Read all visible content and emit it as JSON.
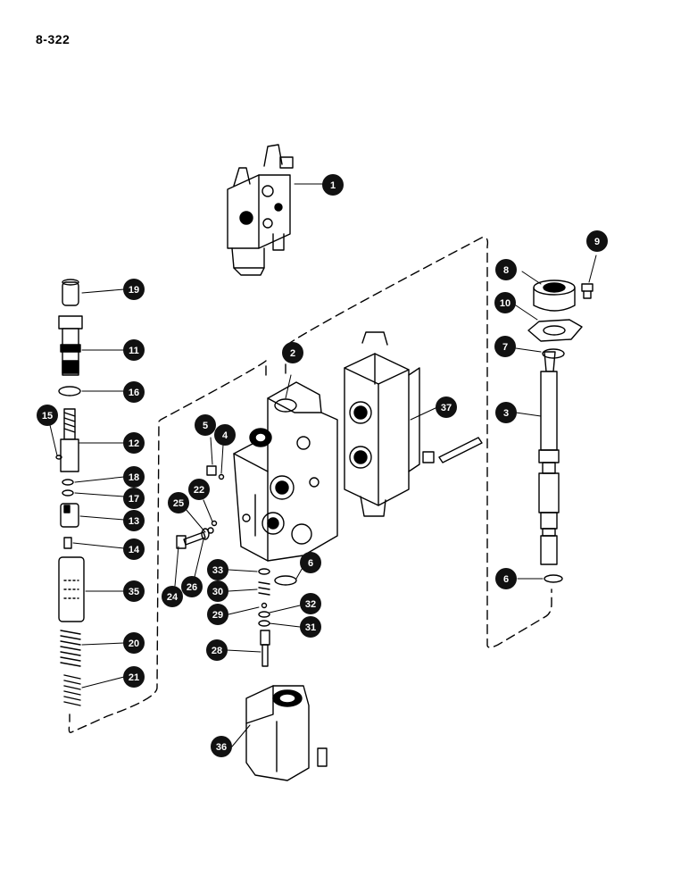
{
  "page_number": "8-322",
  "callouts": [
    {
      "id": "1",
      "label": "1"
    },
    {
      "id": "2",
      "label": "2"
    },
    {
      "id": "3",
      "label": "3"
    },
    {
      "id": "4",
      "label": "4"
    },
    {
      "id": "5",
      "label": "5"
    },
    {
      "id": "6a",
      "label": "6"
    },
    {
      "id": "6b",
      "label": "6"
    },
    {
      "id": "7",
      "label": "7"
    },
    {
      "id": "8",
      "label": "8"
    },
    {
      "id": "9",
      "label": "9"
    },
    {
      "id": "10",
      "label": "10"
    },
    {
      "id": "11",
      "label": "11"
    },
    {
      "id": "12",
      "label": "12"
    },
    {
      "id": "13",
      "label": "13"
    },
    {
      "id": "14",
      "label": "14"
    },
    {
      "id": "15",
      "label": "15"
    },
    {
      "id": "16",
      "label": "16"
    },
    {
      "id": "17",
      "label": "17"
    },
    {
      "id": "18",
      "label": "18"
    },
    {
      "id": "19",
      "label": "19"
    },
    {
      "id": "20",
      "label": "20"
    },
    {
      "id": "21",
      "label": "21"
    },
    {
      "id": "22",
      "label": "22"
    },
    {
      "id": "24",
      "label": "24"
    },
    {
      "id": "25",
      "label": "25"
    },
    {
      "id": "26",
      "label": "26"
    },
    {
      "id": "28",
      "label": "28"
    },
    {
      "id": "29",
      "label": "29"
    },
    {
      "id": "30",
      "label": "30"
    },
    {
      "id": "31",
      "label": "31"
    },
    {
      "id": "32",
      "label": "32"
    },
    {
      "id": "33",
      "label": "33"
    },
    {
      "id": "35",
      "label": "35"
    },
    {
      "id": "36",
      "label": "36"
    },
    {
      "id": "37",
      "label": "37"
    }
  ]
}
